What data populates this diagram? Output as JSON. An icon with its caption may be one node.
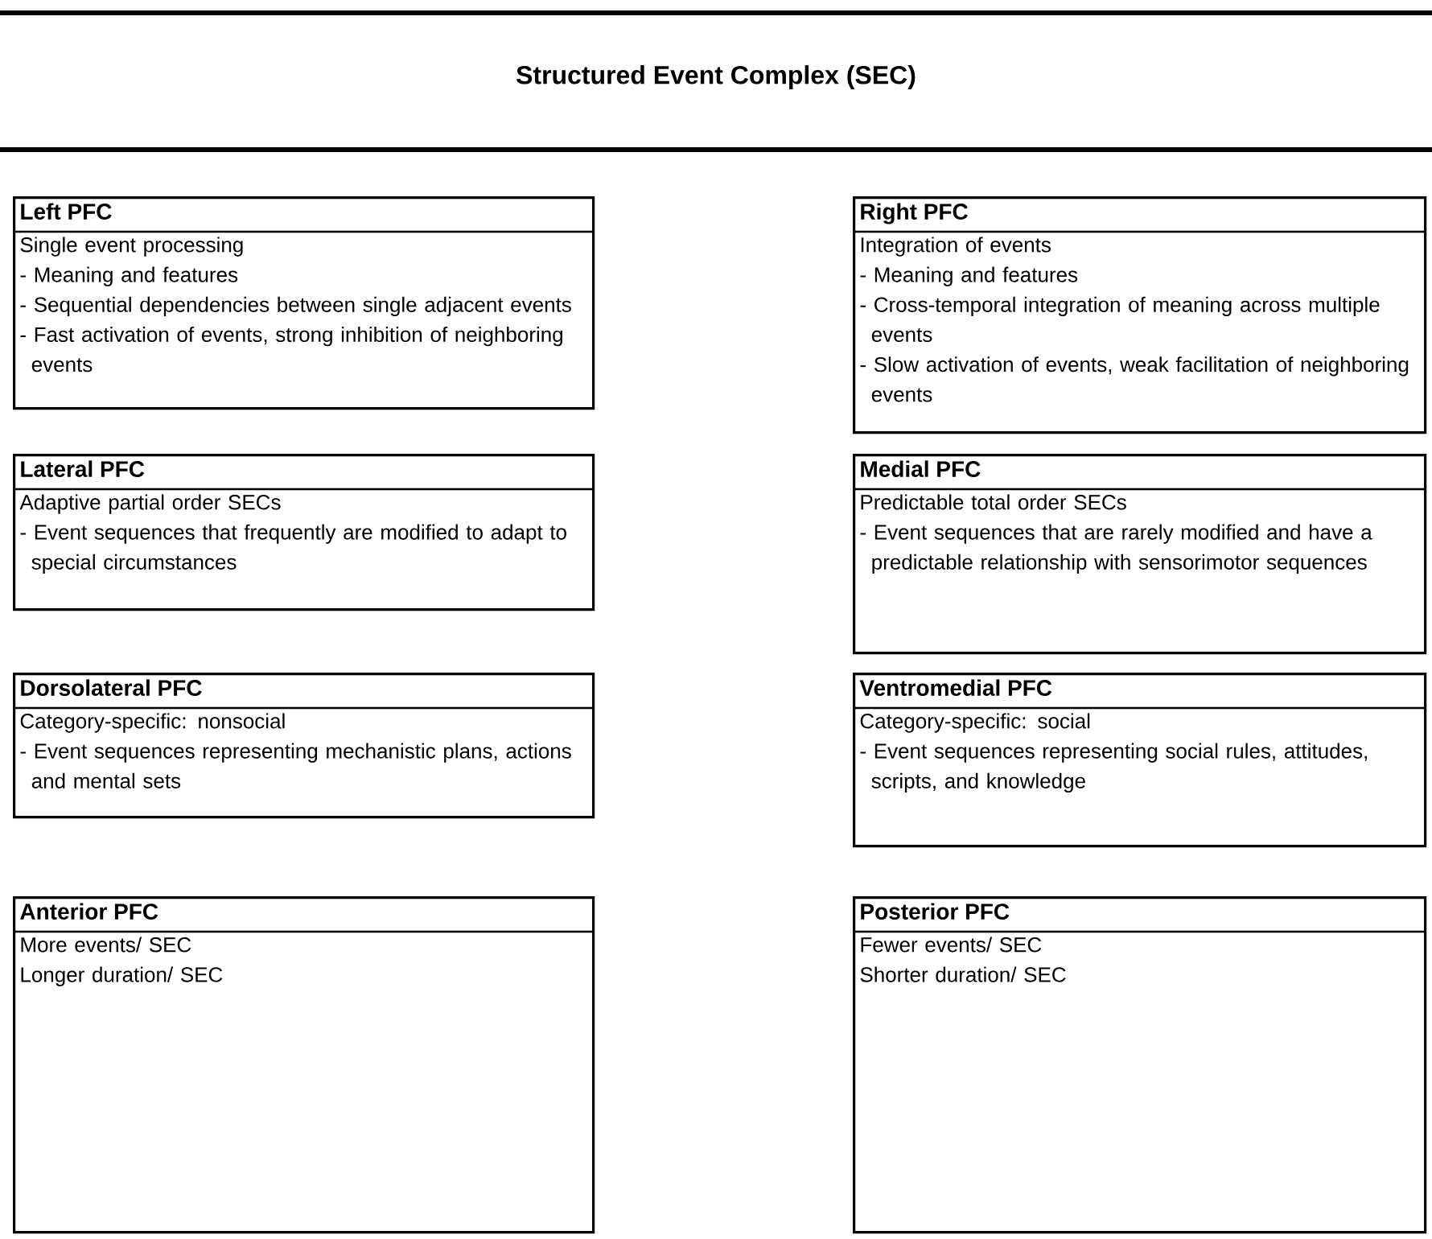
{
  "diagram": {
    "title": "Structured Event Complex (SEC)",
    "nodes": [
      {
        "text": [
          "Left PFC",
          "Single event processing",
          "- Meaning and features",
          "- Sequential dependencies between single adjacent events",
          "- Fast activation of events, strong inhibition of neighboring events"
        ]
      },
      {
        "text": [
          "Right PFC",
          "Integration of events",
          "- Meaning and features",
          "- Cross-temporal integration of meaning across multiple events",
          "- Slow activation of events, weak facilitation of neighboring events"
        ]
      },
      {
        "text": [
          "Lateral PFC",
          "Adaptive partial order SECs",
          "- Event sequences that frequently are modified to adapt to special circumstances"
        ]
      },
      {
        "text": [
          "Medial PFC",
          "Predictable total order SECs",
          "- Event sequences that are rarely modified and have a predictable relationship with sensorimotor sequences"
        ]
      },
      {
        "text": [
          "Dorsolateral PFC",
          "Category-specific: nonsocial",
          "- Event sequences representing mechanistic plans, actions and mental sets"
        ]
      },
      {
        "text": [
          "Ventromedial PFC",
          "Category-specific: social",
          "- Event sequences representing social rules, attitudes, scripts, and knowledge"
        ]
      },
      {
        "text": [
          "Anterior PFC",
          "More events/ SEC",
          "Longer duration/ SEC"
        ]
      },
      {
        "text": [
          "Posterior PFC",
          "Fewer events/ SEC",
          "Shorter duration/ SEC"
        ]
      }
    ]
  }
}
